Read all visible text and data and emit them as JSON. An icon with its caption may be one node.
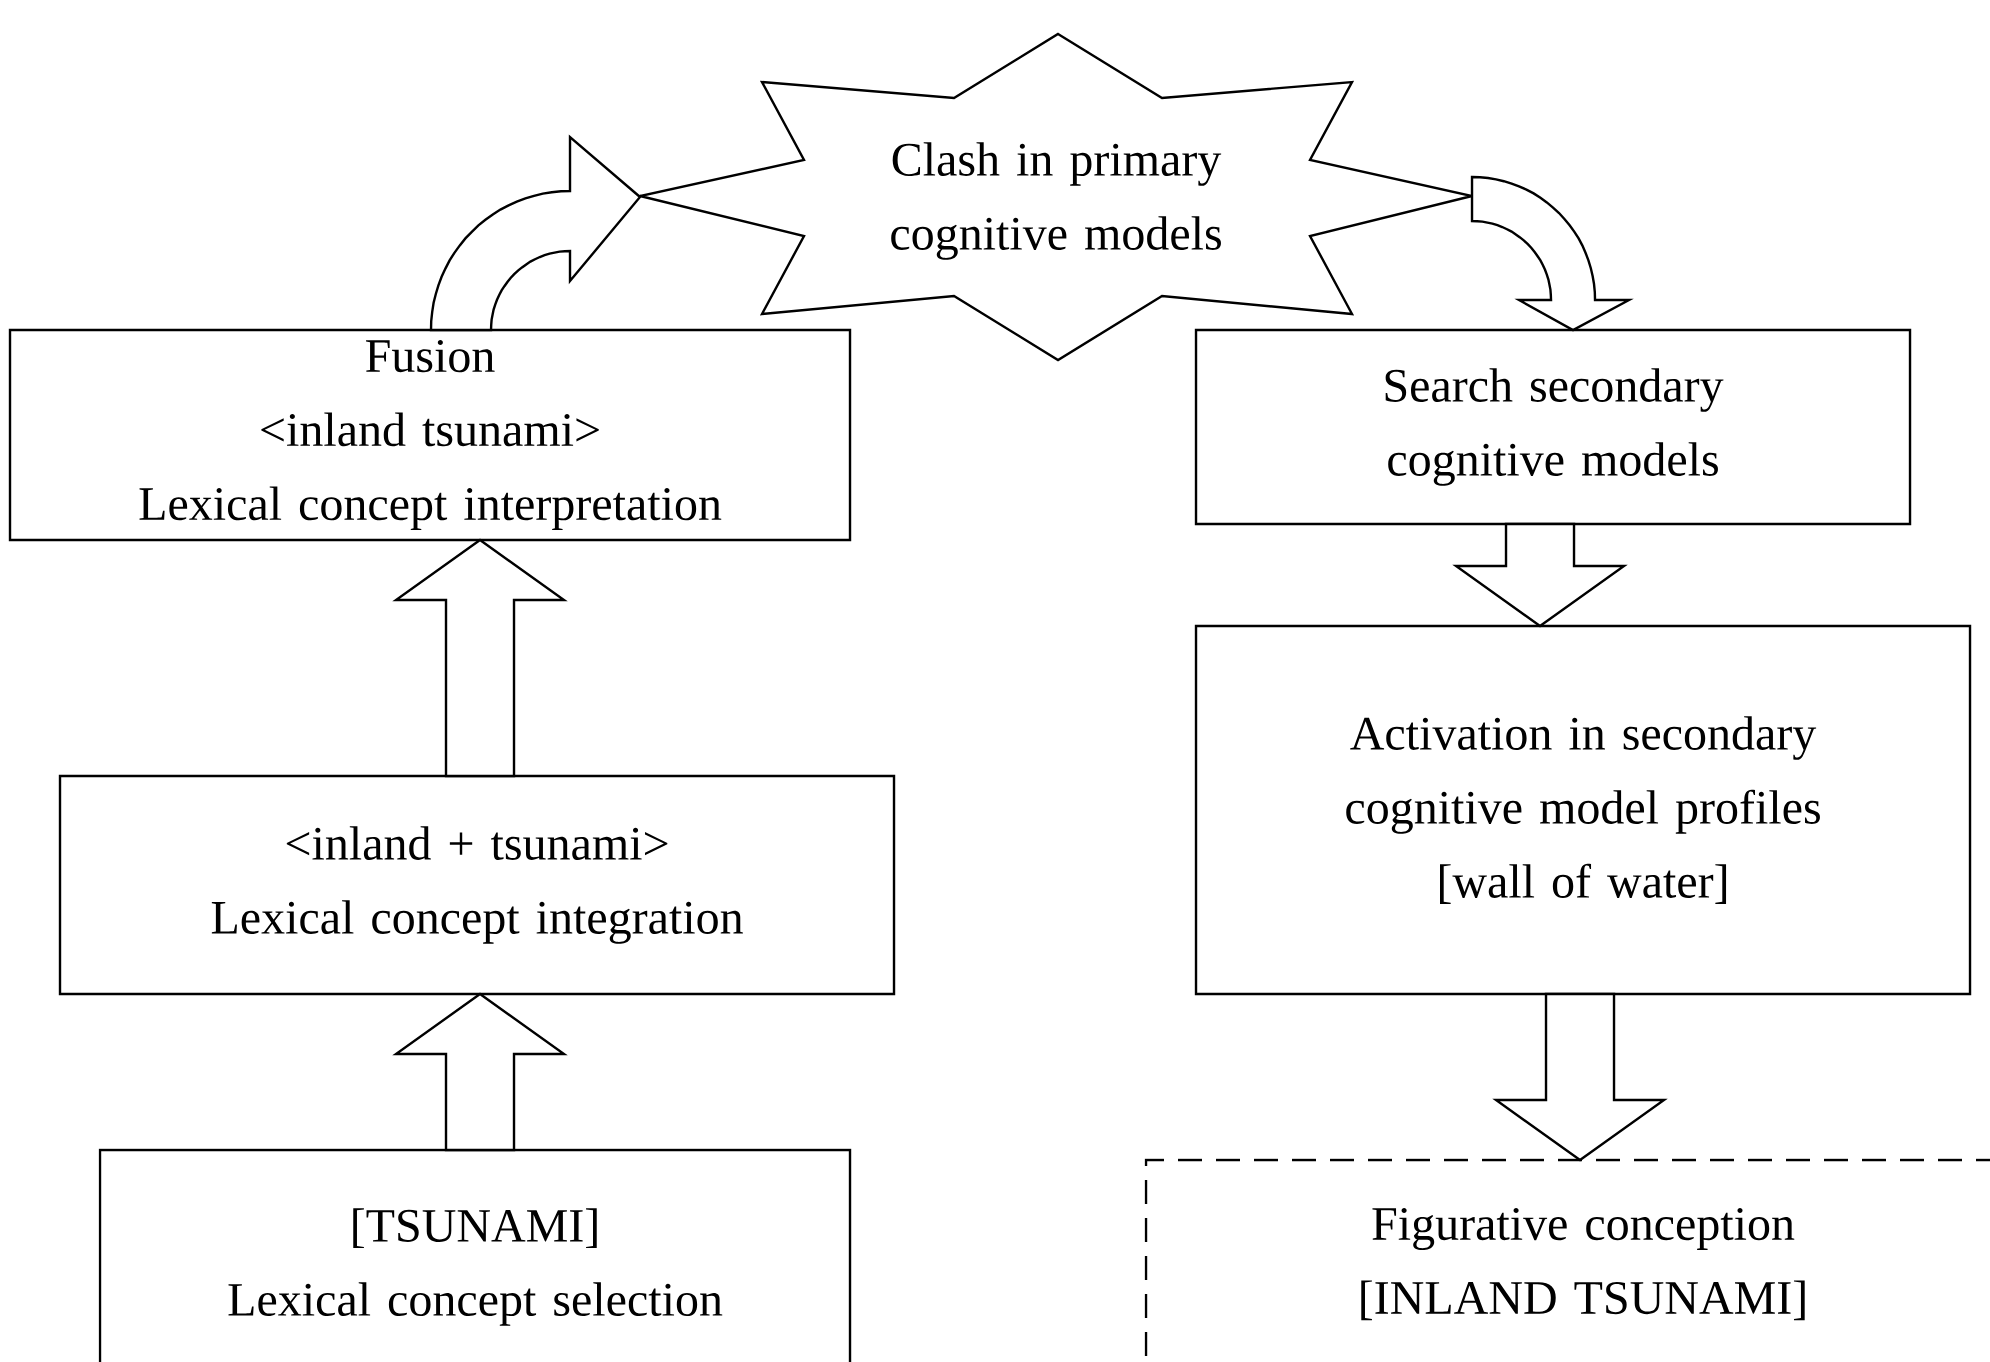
{
  "diagram": {
    "nodes": [
      {
        "text": [
          "Clash in primary cognitive models"
        ]
      },
      {
        "text": [
          "Fusion",
          "<inland tsunami>",
          "Lexical concept interpretation"
        ]
      },
      {
        "text": [
          "Search secondary cognitive models"
        ]
      },
      {
        "text": [
          "<inland + tsunami>",
          "Lexical concept integration"
        ]
      },
      {
        "text": [
          "Activation in secondary cognitive model profiles",
          "[wall of water]"
        ]
      },
      {
        "text": [
          "[TSUNAMI]",
          "Lexical concept selection"
        ]
      },
      {
        "text": [
          "Figurative conception",
          "[INLAND TSUNAMI]"
        ]
      }
    ],
    "edges": [
      {
        "from": 5,
        "to": 3,
        "arrow": "to"
      },
      {
        "from": 3,
        "to": 1,
        "arrow": "to"
      },
      {
        "from": 1,
        "to": 0,
        "arrow": "to"
      },
      {
        "from": 0,
        "to": 2,
        "arrow": "to"
      },
      {
        "from": 2,
        "to": 4,
        "arrow": "to"
      },
      {
        "from": 4,
        "to": 6,
        "arrow": "to"
      }
    ]
  }
}
